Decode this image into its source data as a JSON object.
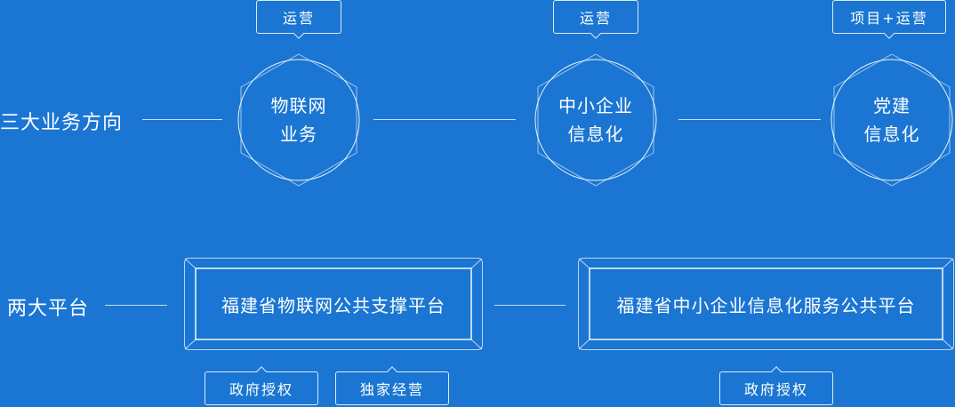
{
  "rows": {
    "business_label": "三大业务方向",
    "platform_label": "两大平台"
  },
  "business": [
    {
      "line1": "物联网",
      "line2": "业务",
      "tag": "运营"
    },
    {
      "line1": "中小企业",
      "line2": "信息化",
      "tag": "运营"
    },
    {
      "line1": "党建",
      "line2": "信息化",
      "tag": "项目+运营"
    }
  ],
  "platforms": [
    {
      "label": "福建省物联网公共支撑平台",
      "tags": [
        "政府授权",
        "独家经营"
      ]
    },
    {
      "label": "福建省中小企业信息化服务公共平台",
      "tags": [
        "政府授权"
      ]
    }
  ]
}
